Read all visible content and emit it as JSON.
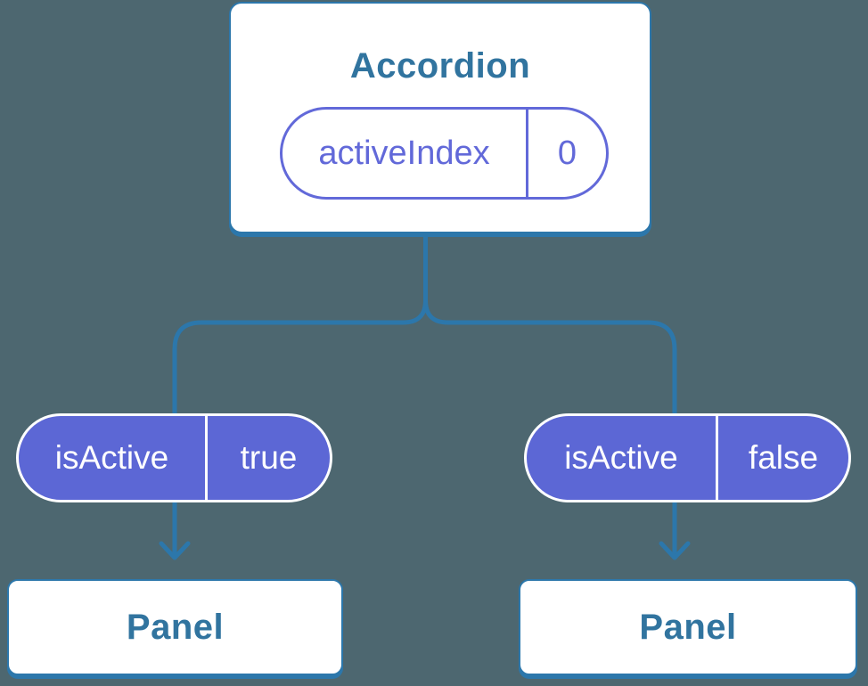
{
  "colors": {
    "background": "#4d6770",
    "blue_stroke": "#2c77ab",
    "blue_text": "#31749f",
    "purple_fill": "#5c67d5",
    "purple_outline": "#6269d9",
    "node_fill": "#ffffff",
    "pill_text_on_fill": "#ffffff"
  },
  "tree": {
    "root": {
      "title": "Accordion",
      "state_pill": {
        "label": "activeIndex",
        "value": "0"
      }
    },
    "children": [
      {
        "prop_pill": {
          "label": "isActive",
          "value": "true"
        },
        "panel": {
          "title": "Panel"
        }
      },
      {
        "prop_pill": {
          "label": "isActive",
          "value": "false"
        },
        "panel": {
          "title": "Panel"
        }
      }
    ]
  }
}
